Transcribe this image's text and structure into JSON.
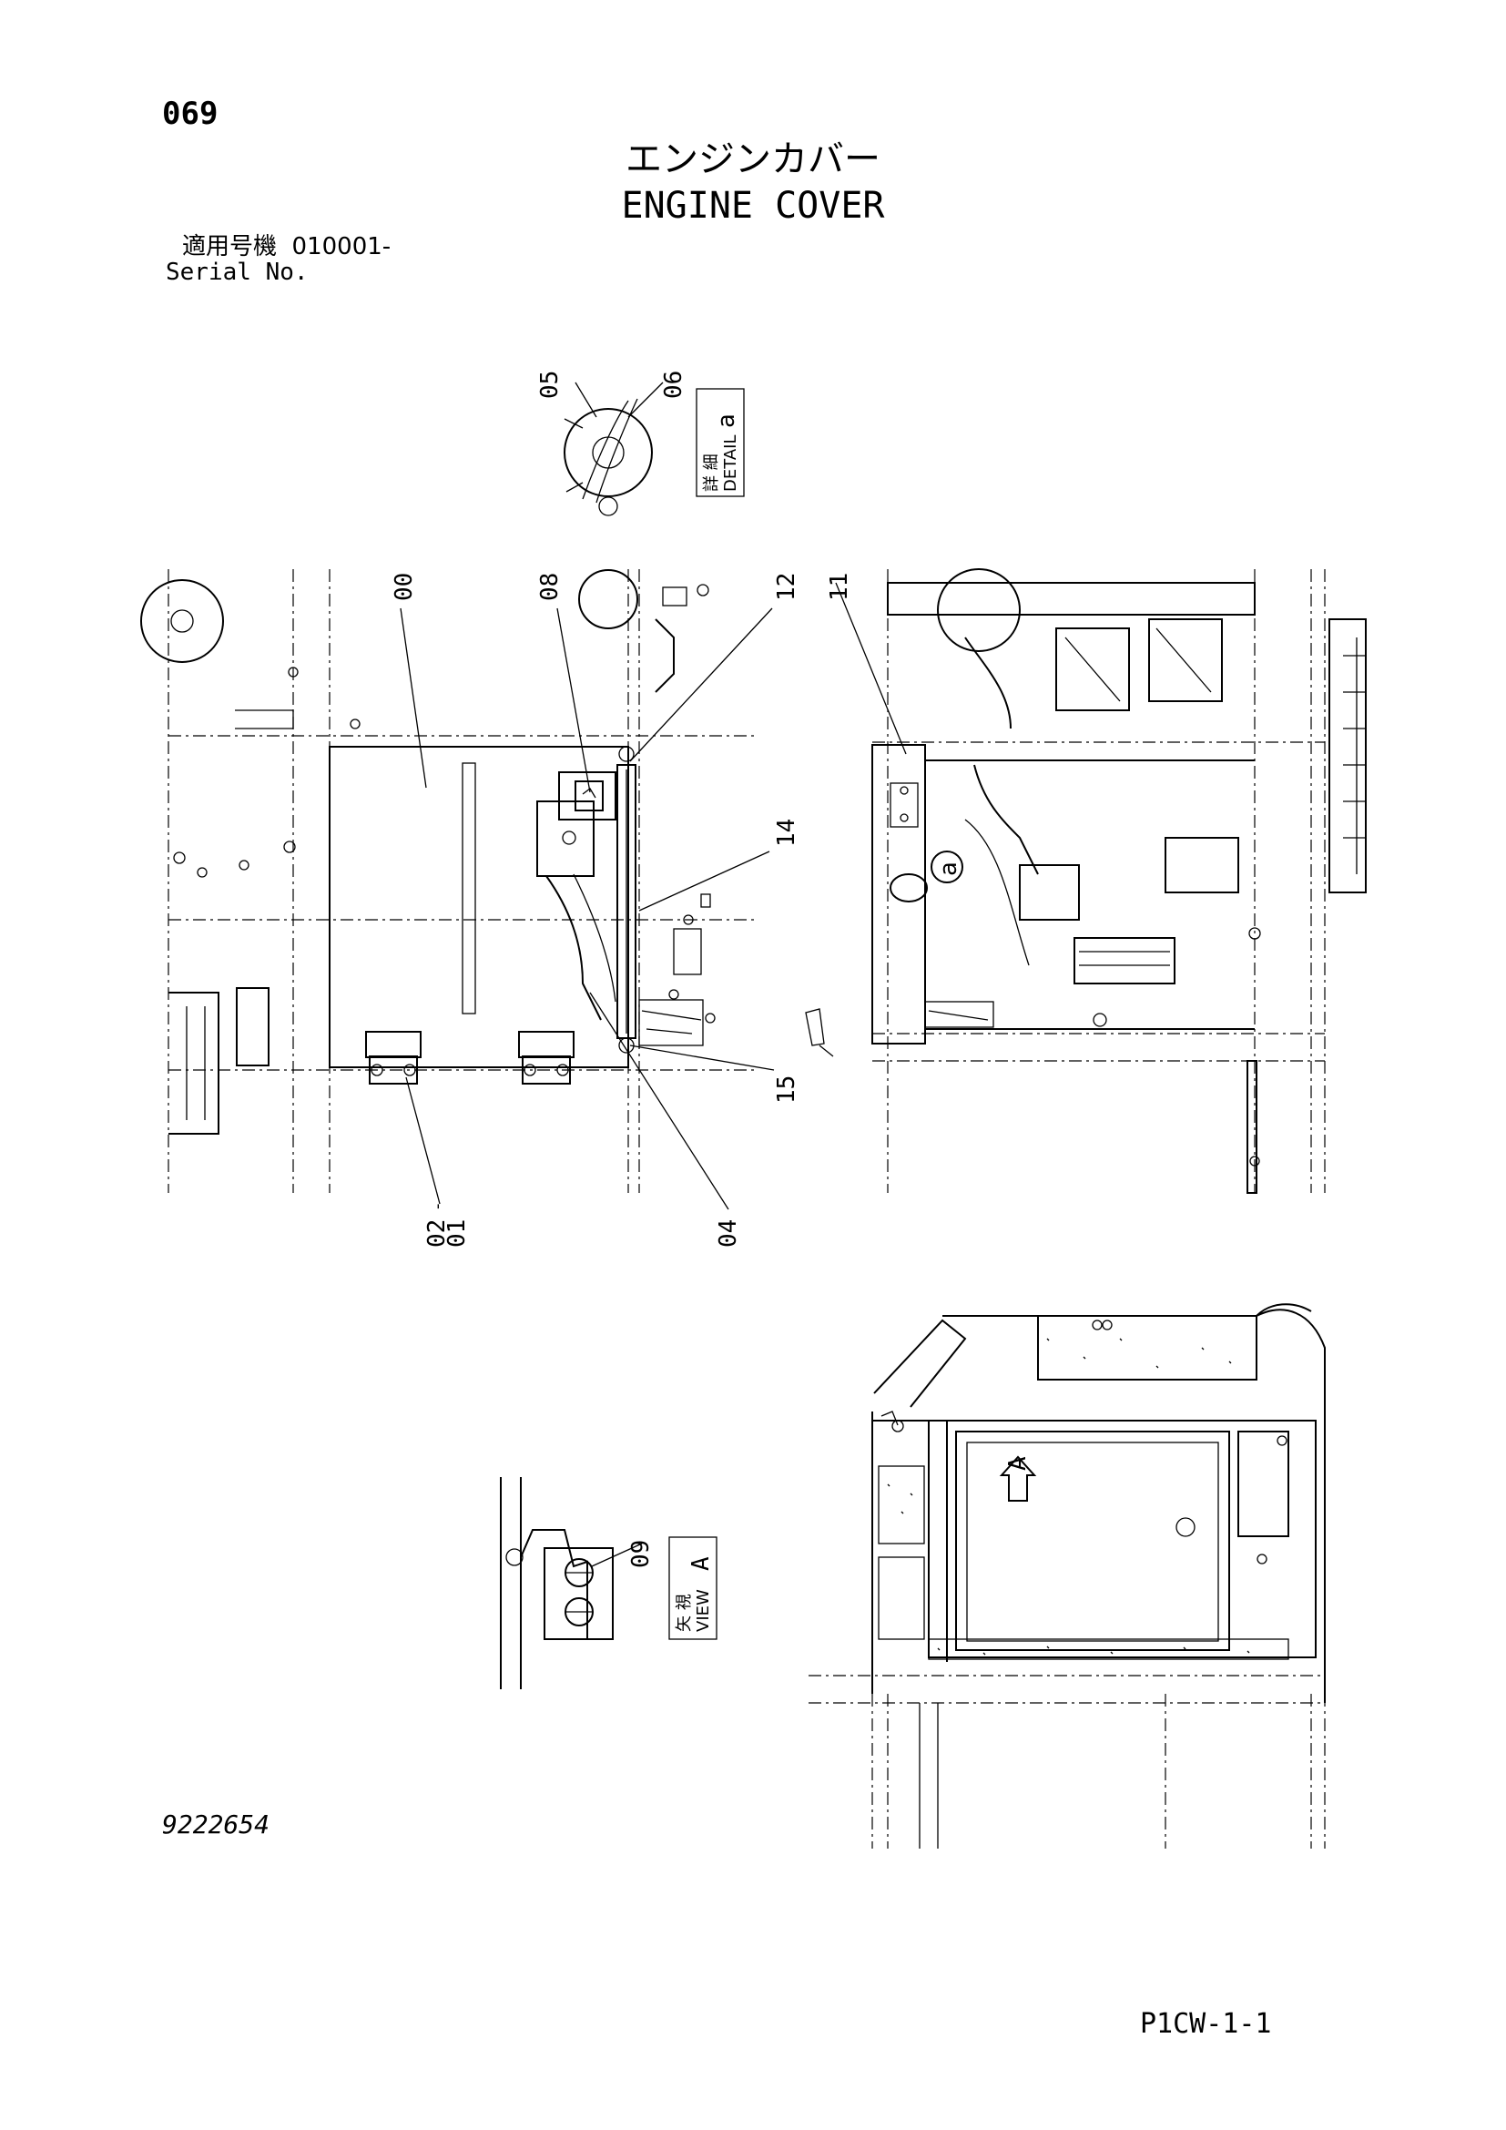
{
  "header": {
    "page_number": "069",
    "title_jp": "エンジンカバー",
    "title_en": "ENGINE COVER",
    "serial_label_jp": "適用号機",
    "serial_value": "010001-",
    "serial_label_en": "Serial No."
  },
  "callouts": {
    "c05": "05",
    "c06": "06",
    "c00": "00",
    "c08": "08",
    "c12": "12",
    "c11": "11",
    "c14": "14",
    "c15": "15",
    "c02": "02",
    "c01": "01",
    "c04": "04",
    "c09": "09",
    "ca": "a",
    "cA": "A"
  },
  "detail_label": {
    "jp": "詳 細",
    "en": "DETAIL",
    "letter": "a"
  },
  "view_label": {
    "jp": "矢 視",
    "en": "VIEW",
    "letter": "A"
  },
  "footer": {
    "drawing_number": "9222654",
    "sheet_ref": "P1CW-1-1"
  }
}
